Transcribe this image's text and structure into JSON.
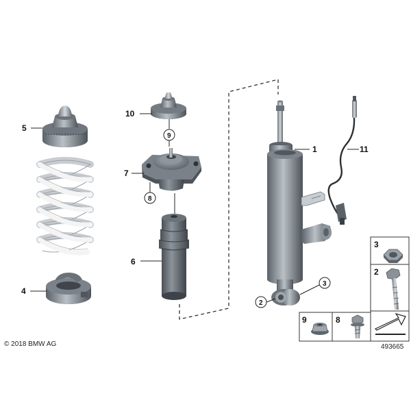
{
  "copyright": "© 2018 BMW AG",
  "diagram_id": "493665",
  "callouts": {
    "p1": "1",
    "p2": "2",
    "p3": "3",
    "p4": "4",
    "p5": "5",
    "p6": "6",
    "p7": "7",
    "p8": "8",
    "p9": "9",
    "p10": "10",
    "p11": "11"
  },
  "side_panel": {
    "top": "3",
    "middle": "2"
  },
  "bottom_panel": {
    "left": "9",
    "middle": "8"
  },
  "colors": {
    "part_dark": "#5d646b",
    "part_mid": "#8b939b",
    "part_light": "#b5bcc2",
    "spring": "#f2f2f2",
    "line": "#222222"
  }
}
